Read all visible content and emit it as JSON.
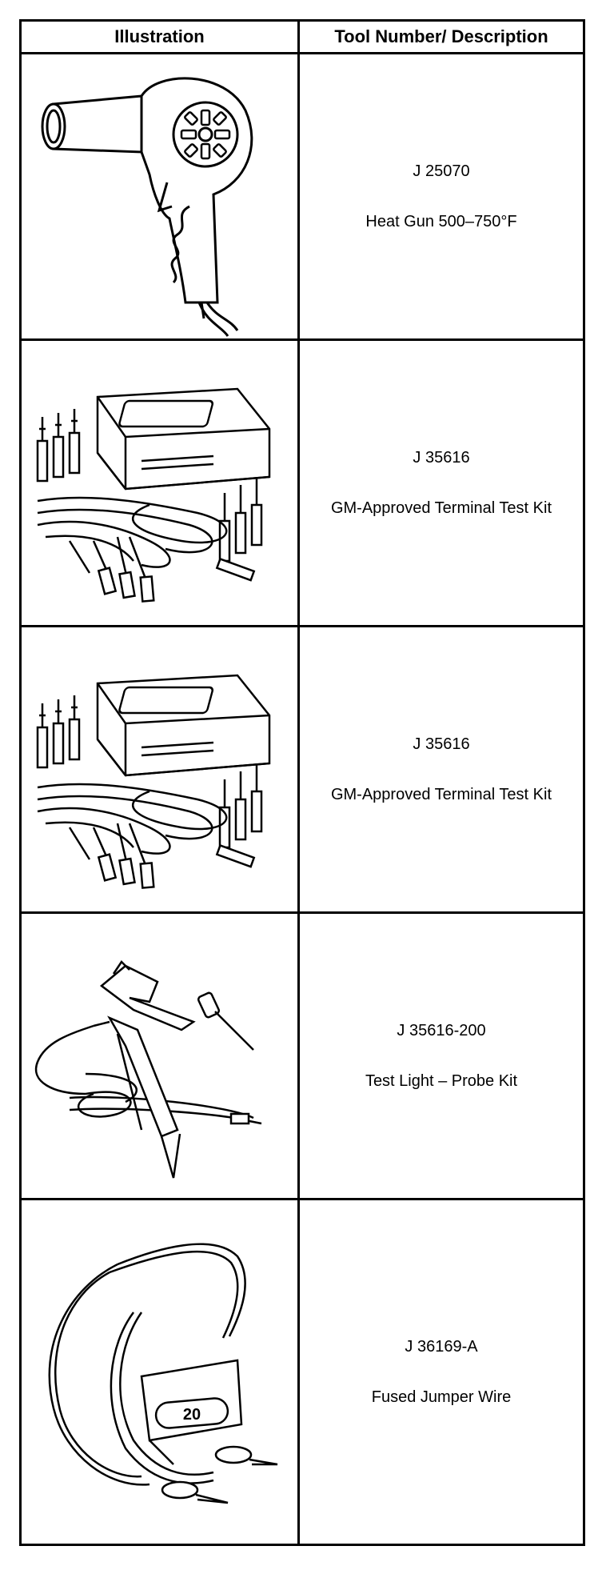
{
  "header": {
    "illustration": "Illustration",
    "tool_description": "Tool Number/ Description"
  },
  "tools": [
    {
      "number": "J 25070",
      "description": "Heat Gun 500–750°F",
      "icon": "heat-gun-icon"
    },
    {
      "number": "J 35616",
      "description": "GM-Approved Terminal Test Kit",
      "icon": "terminal-test-kit-icon"
    },
    {
      "number": "J 35616",
      "description": "GM-Approved Terminal Test Kit",
      "icon": "terminal-test-kit-icon"
    },
    {
      "number": "J 35616-200",
      "description": "Test Light – Probe Kit",
      "icon": "test-light-probe-icon"
    },
    {
      "number": "J 36169-A",
      "description": "Fused Jumper Wire",
      "icon": "fused-jumper-wire-icon",
      "fuse_label": "20"
    }
  ]
}
